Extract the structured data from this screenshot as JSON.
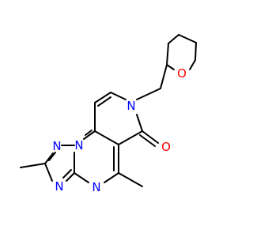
{
  "molecule": {
    "atoms": {
      "n1": "N",
      "n2": "N",
      "n3": "N",
      "n4": "N",
      "n5": "N",
      "o_carbonyl": "O",
      "o_ring": "O"
    },
    "colors": {
      "carbon": "#000000",
      "nitrogen": "#0000ff",
      "oxygen": "#ff0000",
      "background": "#ffffff"
    }
  }
}
